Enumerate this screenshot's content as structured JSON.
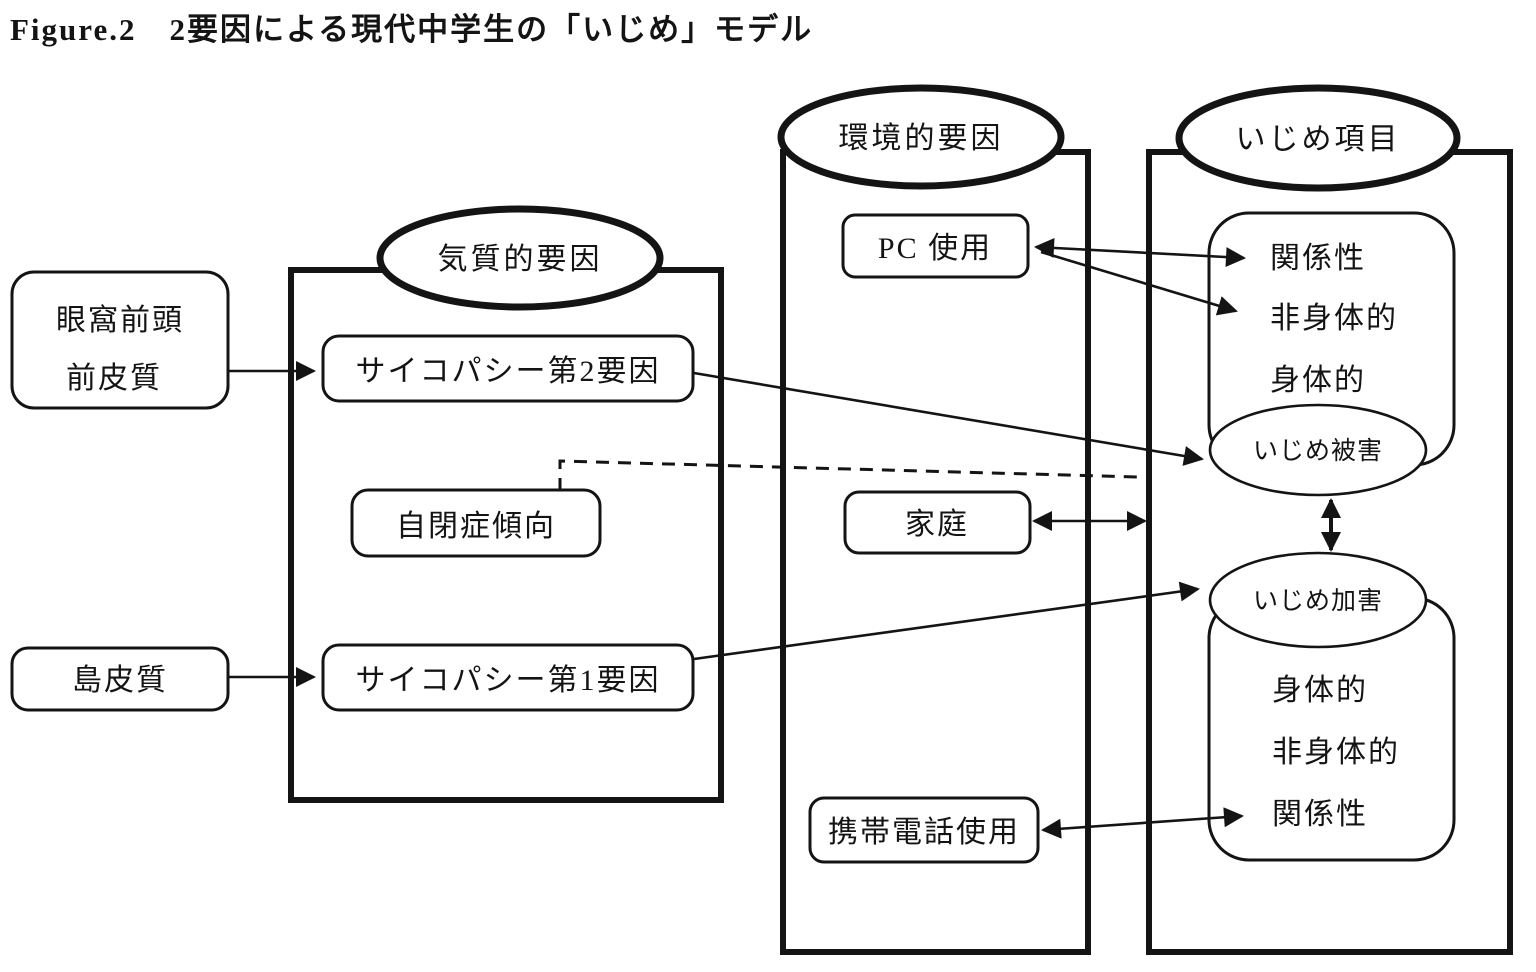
{
  "title": "Figure.2　2要因による現代中学生の「いじめ」モデル",
  "groups": {
    "temperament": {
      "label": "気質的要因"
    },
    "environment": {
      "label": "環境的要因"
    },
    "bullying": {
      "label": "いじめ項目"
    }
  },
  "nodes": {
    "orbitofrontal": {
      "line1": "眼窩前頭",
      "line2": "前皮質"
    },
    "insula": {
      "label": "島皮質"
    },
    "psychopathy2": {
      "label": "サイコパシー第2要因"
    },
    "autism": {
      "label": "自閉症傾向"
    },
    "psychopathy1": {
      "label": "サイコパシー第1要因"
    },
    "pc": {
      "label": "PC 使用"
    },
    "family": {
      "label": "家庭"
    },
    "mobile": {
      "label": "携帯電話使用"
    },
    "victim": {
      "label": "いじめ被害",
      "items": [
        "関係性",
        "非身体的",
        "身体的"
      ]
    },
    "perpetrator": {
      "label": "いじめ加害",
      "items": [
        "身体的",
        "非身体的",
        "関係性"
      ]
    }
  },
  "colors": {
    "ink": "#141414",
    "background": "#ffffff"
  }
}
